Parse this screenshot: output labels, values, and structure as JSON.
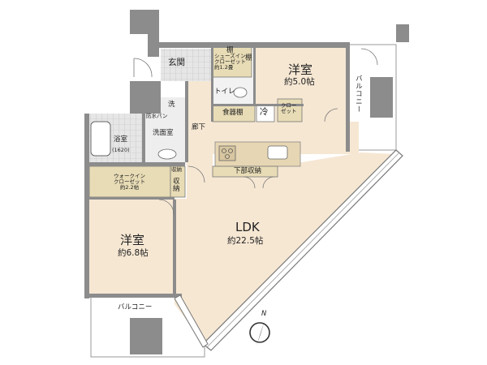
{
  "rooms": {
    "entrance": "玄関",
    "shoe_closet": [
      "シューズイン",
      "クローゼット",
      "約1.2畳"
    ],
    "shelf_top": "棚",
    "shelf_side": "棚",
    "toilet": "トイレ",
    "western_north": {
      "name": "洋室",
      "size": "約5.0帖"
    },
    "closet_north": [
      "クロー",
      "ゼット"
    ],
    "fridge": "冷",
    "pantry": "食器棚",
    "laundry": "洗",
    "washer_pan": "防水パン",
    "washroom": "洗面室",
    "bath": {
      "name": "浴室",
      "size": "(1620)"
    },
    "corridor": "廊下",
    "lower_storage": "下部収納",
    "walkin_closet": [
      "ウォークイン",
      "クローゼット",
      "約2.2帖"
    ],
    "storage_small": "収納",
    "storage_tall": [
      "収",
      "納"
    ],
    "ldk": {
      "name": "LDK",
      "size": "約22.5帖"
    },
    "western_south": {
      "name": "洋室",
      "size": "約6.8帖"
    },
    "balcony_east": "バルコニー",
    "balcony_south": "バルコニー"
  },
  "compass": {
    "north": "N"
  },
  "colors": {
    "wall": "#8c8c8c",
    "tatami_floor": "#f2e8c4",
    "wood_floor": "#f6e7d3",
    "tile_floor": "#e2e2e2",
    "storage": "#e8dcb6"
  }
}
